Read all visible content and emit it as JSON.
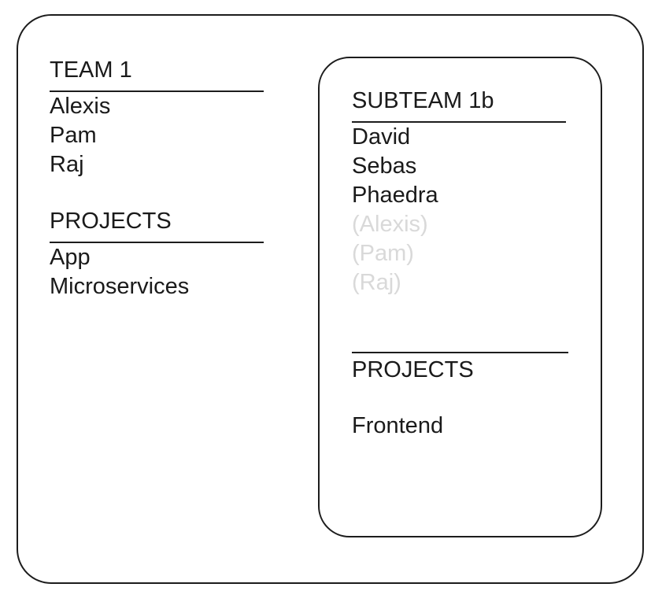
{
  "diagram": {
    "team_box": {
      "title": "TEAM 1",
      "members": [
        "Alexis",
        "Pam",
        "Raj"
      ],
      "projects_heading": "PROJECTS",
      "projects": [
        "App",
        "Microservices"
      ]
    },
    "subteam_box": {
      "title": "SUBTEAM 1b",
      "members": [
        "David",
        "Sebas",
        "Phaedra"
      ],
      "inherited_members": [
        "(Alexis)",
        "(Pam)",
        "(Raj)"
      ],
      "projects_heading": "PROJECTS",
      "projects": [
        "Frontend"
      ]
    },
    "colors": {
      "stroke": "#1c1c1c",
      "text": "#1a1a1a",
      "inherited_text": "#d9d9d9",
      "background": "#ffffff"
    }
  }
}
